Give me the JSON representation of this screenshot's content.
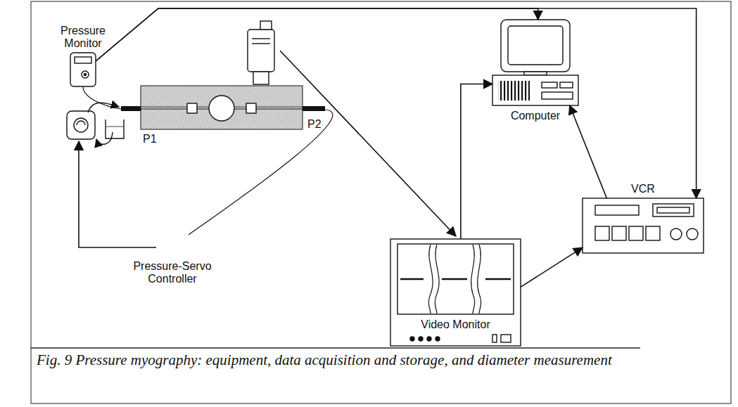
{
  "diagram": {
    "caption": "Fig. 9 Pressure myography: equipment, data acquisition and storage, and diameter measurement",
    "nodes": [
      {
        "text": [
          "Pressure Monitor"
        ]
      },
      {
        "text": [
          "Pressure-Servo Controller"
        ]
      },
      {
        "text": [
          "Computer"
        ]
      },
      {
        "text": [
          "Video Monitor"
        ]
      },
      {
        "text": [
          "VCR"
        ]
      }
    ],
    "edges": [
      {
        "from": 0,
        "to": 2,
        "arrow": "to"
      },
      {
        "from": 0,
        "to": 4,
        "arrow": "to"
      },
      {
        "from": 3,
        "to": 2,
        "arrow": "to"
      },
      {
        "from": 3,
        "to": 4,
        "arrow": "to"
      },
      {
        "from": 4,
        "to": 2,
        "arrow": "to"
      }
    ],
    "labels": [
      "P1",
      "P2"
    ]
  }
}
